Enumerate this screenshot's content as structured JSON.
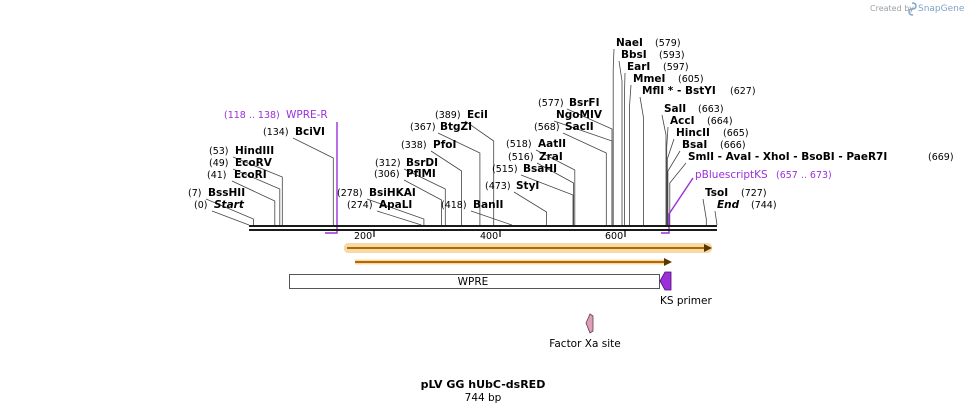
{
  "header": {
    "credit": "Created by",
    "brand": "SnapGene"
  },
  "map": {
    "title": "pLV GG hUbC-dsRED",
    "length_label": "744 bp",
    "length": 744,
    "ruler_ticks": [
      "200",
      "400",
      "600"
    ],
    "colors": {
      "backbone": "#1a1a1a",
      "primer": "#9b30d9",
      "orf_fill": "#e08a00",
      "orf_glow": "#f7d9a6",
      "site_fill": "#d9a0b8"
    }
  },
  "sites": [
    {
      "name": "Start",
      "pos": "(0)",
      "bp": 0,
      "italic": true
    },
    {
      "name": "BssHII",
      "pos": "(7)",
      "bp": 7
    },
    {
      "name": "EcoRI",
      "pos": "(41)",
      "bp": 41
    },
    {
      "name": "EcoRV",
      "pos": "(49)",
      "bp": 49
    },
    {
      "name": "HindIII",
      "pos": "(53)",
      "bp": 53
    },
    {
      "name": "BciVI",
      "pos": "(134)",
      "bp": 134
    },
    {
      "name": "ApaLI",
      "pos": "(274)",
      "bp": 274
    },
    {
      "name": "BsiHKAI",
      "pos": "(278)",
      "bp": 278
    },
    {
      "name": "PflMI",
      "pos": "(306)",
      "bp": 306
    },
    {
      "name": "BsrDI",
      "pos": "(312)",
      "bp": 312
    },
    {
      "name": "PfoI",
      "pos": "(338)",
      "bp": 338
    },
    {
      "name": "BtgZI",
      "pos": "(367)",
      "bp": 367
    },
    {
      "name": "EciI",
      "pos": "(389)",
      "bp": 389
    },
    {
      "name": "BanII",
      "pos": "(418)",
      "bp": 418
    },
    {
      "name": "StyI",
      "pos": "(473)",
      "bp": 473
    },
    {
      "name": "BsaHI",
      "pos": "(515)",
      "bp": 515
    },
    {
      "name": "ZraI",
      "pos": "(516)",
      "bp": 516
    },
    {
      "name": "AatII",
      "pos": "(518)",
      "bp": 518
    },
    {
      "name": "SacII",
      "pos": "(568)",
      "bp": 568
    },
    {
      "name": "NgoMIV",
      "pos": "",
      "bp": 577
    },
    {
      "name": "BsrFI",
      "pos": "(577)",
      "bp": 577
    },
    {
      "name": "NaeI",
      "pos": "(579)",
      "bp": 579
    },
    {
      "name": "BbsI",
      "pos": "(593)",
      "bp": 593
    },
    {
      "name": "EarI",
      "pos": "(597)",
      "bp": 597
    },
    {
      "name": "MmeI",
      "pos": "(605)",
      "bp": 605
    },
    {
      "name": "MflI * - BstYI",
      "pos": "(627)",
      "bp": 627
    },
    {
      "name": "SalI",
      "pos": "(663)",
      "bp": 663
    },
    {
      "name": "AccI",
      "pos": "(664)",
      "bp": 664
    },
    {
      "name": "HincII",
      "pos": "(665)",
      "bp": 665
    },
    {
      "name": "BsaI",
      "pos": "(666)",
      "bp": 666
    },
    {
      "name": "SmlI  - AvaI  - XhoI  - BsoBI  - PaeR7I",
      "pos": "(669)",
      "bp": 669
    },
    {
      "name": "TsoI",
      "pos": "(727)",
      "bp": 727
    },
    {
      "name": "End",
      "pos": "(744)",
      "bp": 744,
      "italic": true
    }
  ],
  "primers": [
    {
      "name": "WPRE-R",
      "pos": "(118 .. 138)",
      "start": 118,
      "end": 138
    },
    {
      "name": "pBluescriptKS",
      "pos": "(657 .. 673)",
      "start": 657,
      "end": 673
    }
  ],
  "features": [
    {
      "name": "WPRE",
      "start": 33,
      "end": 623
    },
    {
      "name": "KS primer",
      "start": 657,
      "end": 673
    },
    {
      "name": "Factor Xa site",
      "start": 523,
      "end": 534
    }
  ],
  "orfs": [
    {
      "start": 147,
      "end": 744,
      "highlighted": true
    },
    {
      "start": 152,
      "end": 704,
      "highlighted": false
    }
  ]
}
